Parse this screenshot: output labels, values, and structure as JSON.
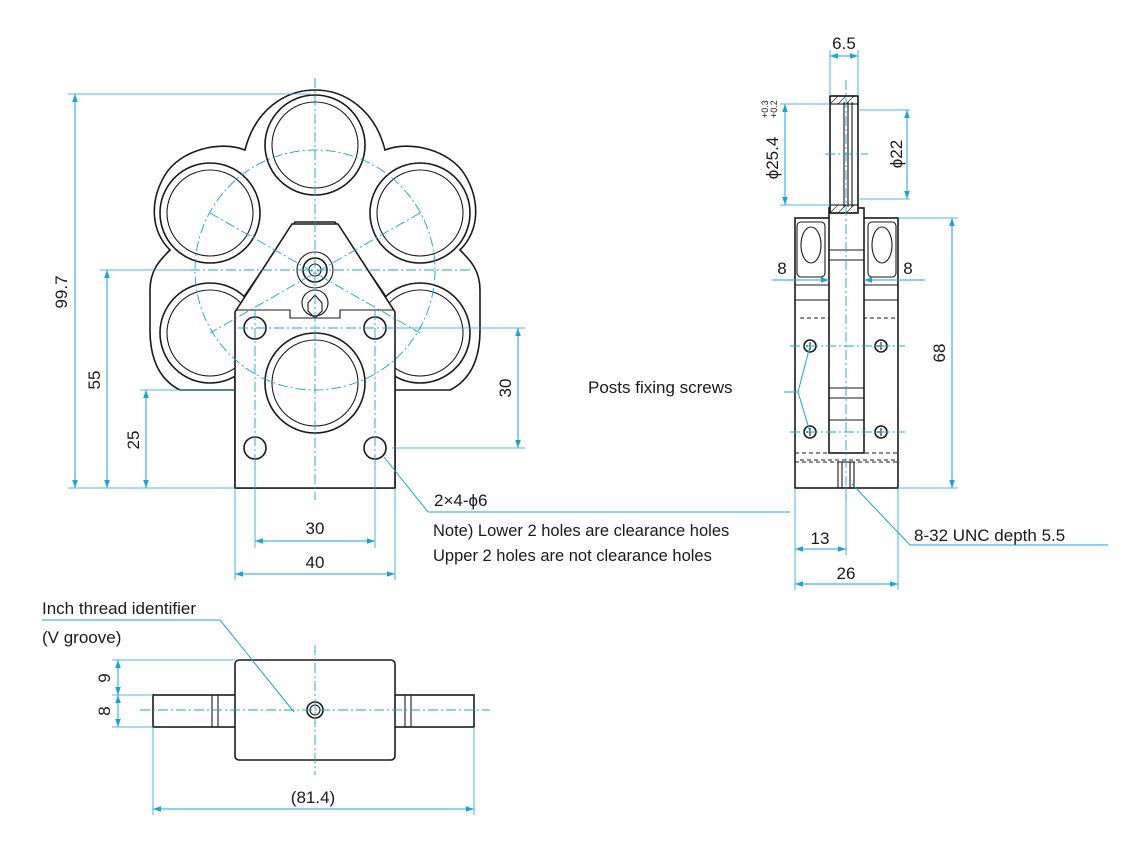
{
  "colors": {
    "outline": "#1a1a1a",
    "dimension": "#1ba3d4",
    "background": "#ffffff"
  },
  "front_view": {
    "dim_height_total": "99.7",
    "dim_height_center": "55",
    "dim_height_lower": "25",
    "dim_hole_spacing_vertical": "30",
    "dim_hole_spacing_horizontal": "30",
    "dim_base_width": "40",
    "hole_callout": "2×4-ϕ6",
    "note_line1": "Note) Lower 2 holes are clearance holes",
    "note_line2": "Upper 2 holes are not clearance holes"
  },
  "side_view": {
    "dim_thickness": "6.5",
    "dim_outer_diameter": "ϕ25.4",
    "tol_upper": "+0.3",
    "tol_lower": "+0.2",
    "dim_inner_diameter": "ϕ22",
    "dim_left_width": "8",
    "dim_right_width": "8",
    "dim_height": "68",
    "label_posts_screws": "Posts fixing screws",
    "label_thread": "8-32 UNC depth 5.5",
    "dim_thread_offset": "13",
    "dim_width": "26"
  },
  "bottom_view": {
    "label_identifier_line1": "Inch thread identifier",
    "label_identifier_line2": "(V groove)",
    "dim_upper": "9",
    "dim_lower": "8",
    "dim_total_length": "(81.4)"
  }
}
